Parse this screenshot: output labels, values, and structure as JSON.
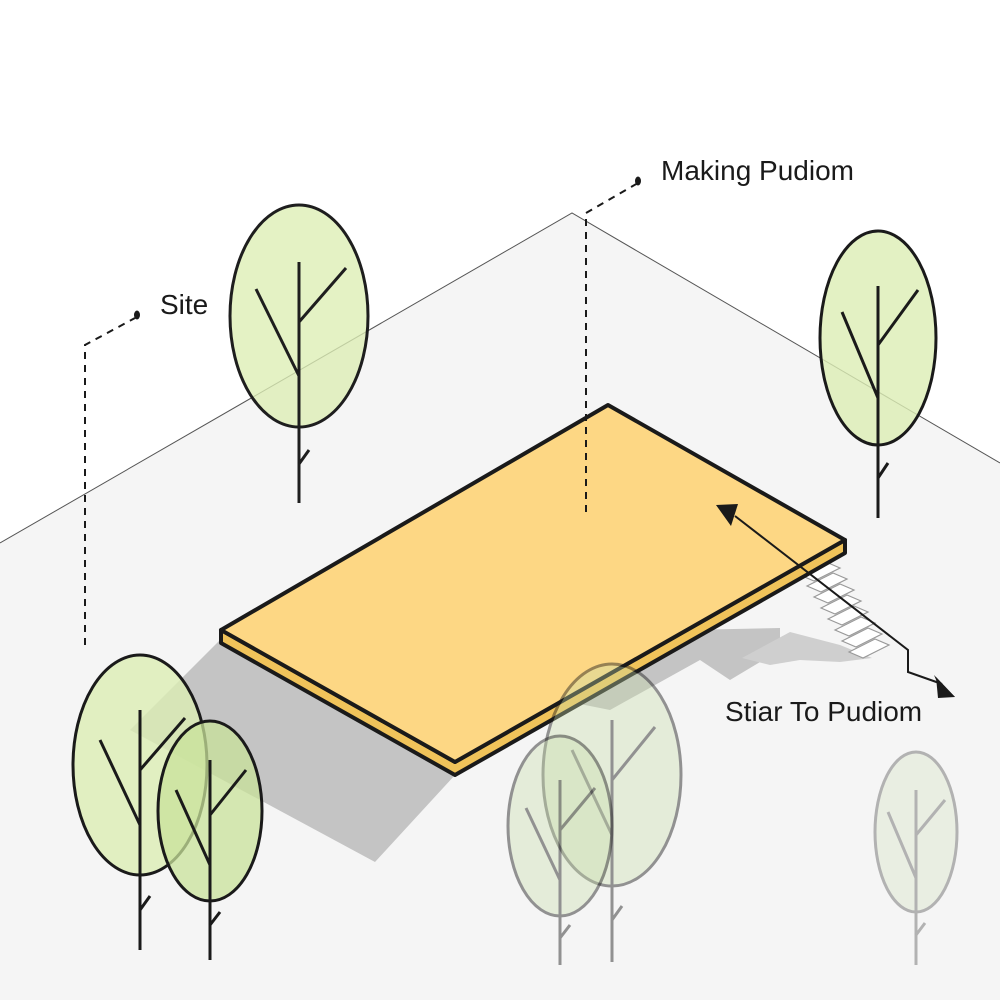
{
  "annotations": {
    "site": "Site",
    "making_podium": "Making Pudiom",
    "stair": "Stiar To Pudiom"
  },
  "colors": {
    "background": "#ffffff",
    "ground": "#f5f5f5",
    "podium_top": "#fdd784",
    "podium_side": "#f0c35a",
    "shadow": "#c4c4c4",
    "tree_canopy": "#dcedb4",
    "outline": "#1a1a1a"
  }
}
